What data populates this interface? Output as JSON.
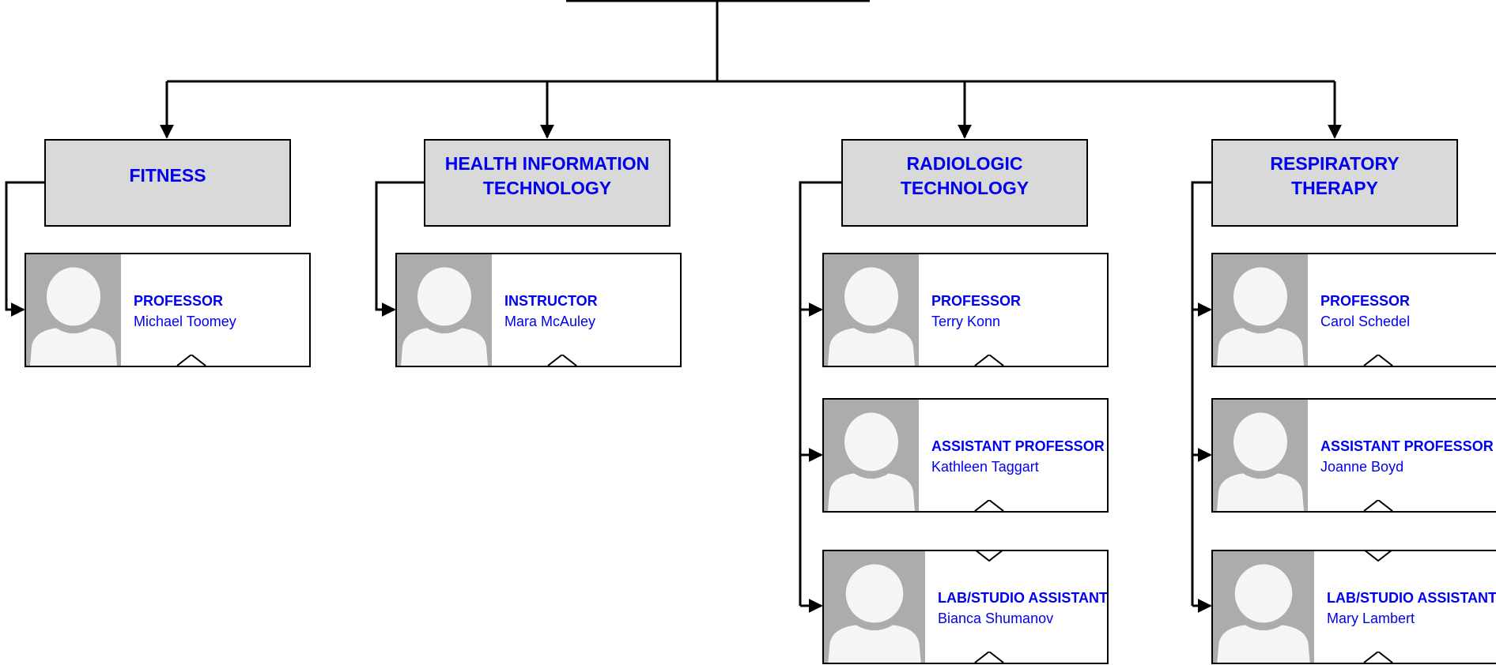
{
  "colors": {
    "text": "#0000ee",
    "department_fill": "#d9d9d9",
    "photo_fill": "#acacac",
    "line": "#000000"
  },
  "departments": [
    {
      "label": "FITNESS",
      "members": [
        {
          "role": "PROFESSOR",
          "name": "Michael Toomey"
        }
      ]
    },
    {
      "label": "HEALTH INFORMATION\nTECHNOLOGY",
      "members": [
        {
          "role": "INSTRUCTOR",
          "name": "Mara McAuley"
        }
      ]
    },
    {
      "label": "RADIOLOGIC\nTECHNOLOGY",
      "members": [
        {
          "role": "PROFESSOR",
          "name": "Terry Konn"
        },
        {
          "role": "ASSISTANT PROFESSOR",
          "name": "Kathleen Taggart"
        },
        {
          "role": "LAB/STUDIO ASSISTANT",
          "name": "Bianca Shumanov"
        }
      ]
    },
    {
      "label": "RESPIRATORY\nTHERAPY",
      "members": [
        {
          "role": "PROFESSOR",
          "name": "Carol Schedel"
        },
        {
          "role": "ASSISTANT PROFESSOR",
          "name": "Joanne Boyd"
        },
        {
          "role": "LAB/STUDIO ASSISTANT",
          "name": "Mary Lambert"
        }
      ]
    }
  ]
}
